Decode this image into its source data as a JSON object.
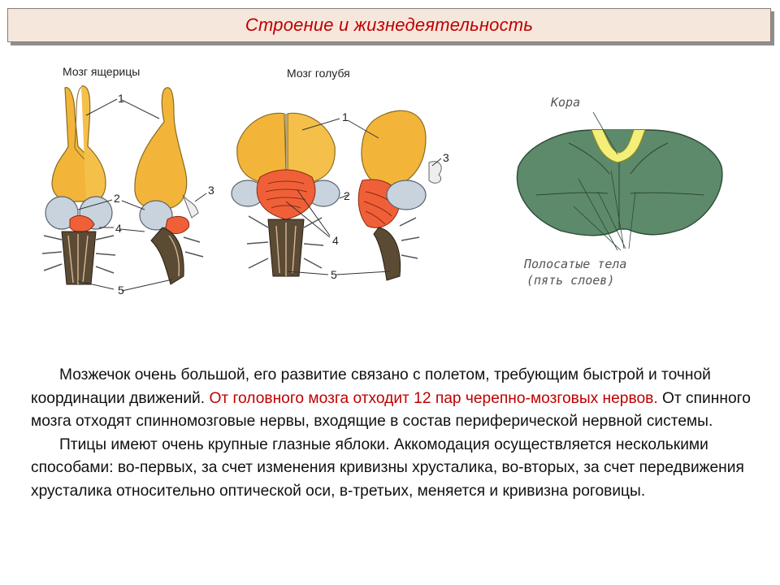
{
  "header": {
    "title": "Строение и жизнедеятельность"
  },
  "figures": {
    "lizard_label": "Мозг ящерицы",
    "pigeon_label": "Мозг голубя",
    "numbers": {
      "n1": "1",
      "n2": "2",
      "n3": "3",
      "n4": "4",
      "n5": "5"
    },
    "cortex_label": "Кора",
    "striatum_label_1": "Полосатые тела",
    "striatum_label_2": "(пять слоев)"
  },
  "body": {
    "p1_a": "Мозжечок очень большой, его развитие связано с полетом, требующим быстрой и точной координации движений. ",
    "p1_red": "От головного мозга отходит 12 пар черепно-мозговых нервов.",
    "p1_b": " От спинного мозга отходят спинномозговые нервы, входящие в состав периферической нервной системы.",
    "p2": "Птицы имеют очень крупные глазные яблоки. Аккомодация осуществляется несколькими способами: во-первых, за счет изменения кривизны хрусталика, во-вторых, за счет передвижения хрусталика относительно оптической оси, в-третьих, меняется и кривизна роговицы."
  },
  "colors": {
    "title_red": "#c00000",
    "hemisphere": "#f2b53a",
    "optic_lobe": "#c9d3de",
    "cerebellum": "#f06038",
    "stem": "#5b4a34",
    "cortex_green": "#5d8a6a",
    "cortex_yellow": "#f4ee7a"
  }
}
